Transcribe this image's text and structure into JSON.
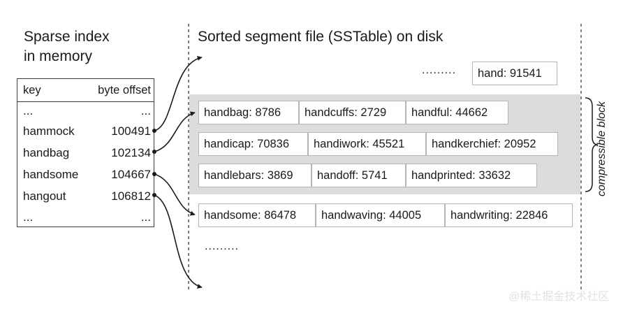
{
  "left_title": [
    "Sparse index",
    "in memory"
  ],
  "right_title": "Sorted segment file (SSTable) on disk",
  "index": {
    "header_key": "key",
    "header_offset": "byte offset",
    "rows": [
      {
        "key": "...",
        "offset": "..."
      },
      {
        "key": "hammock",
        "offset": "100491"
      },
      {
        "key": "handbag",
        "offset": "102134"
      },
      {
        "key": "handsome",
        "offset": "104667"
      },
      {
        "key": "hangout",
        "offset": "106812"
      },
      {
        "key": "...",
        "offset": "..."
      }
    ]
  },
  "segment": {
    "top_ellipsis": ".........",
    "top_entry": "hand: 91541",
    "block_rows": [
      [
        "handbag: 8786",
        "handcuffs: 2729",
        "handful: 44662"
      ],
      [
        "handicap: 70836",
        "handiwork: 45521",
        "handkerchief: 20952"
      ],
      [
        "handlebars: 3869",
        "handoff: 5741",
        "handprinted: 33632"
      ]
    ],
    "after_row": [
      "handsome: 86478",
      "handwaving: 44005",
      "handwriting: 22846"
    ],
    "bottom_ellipsis": "........."
  },
  "block_label": "compressible block",
  "watermark": "@稀土掘金技术社区",
  "colors": {
    "block_fill": "#dcdcdc",
    "cell_border": "#b5b5b5",
    "line": "#1a1a1a",
    "dashed_line": "#555555"
  }
}
